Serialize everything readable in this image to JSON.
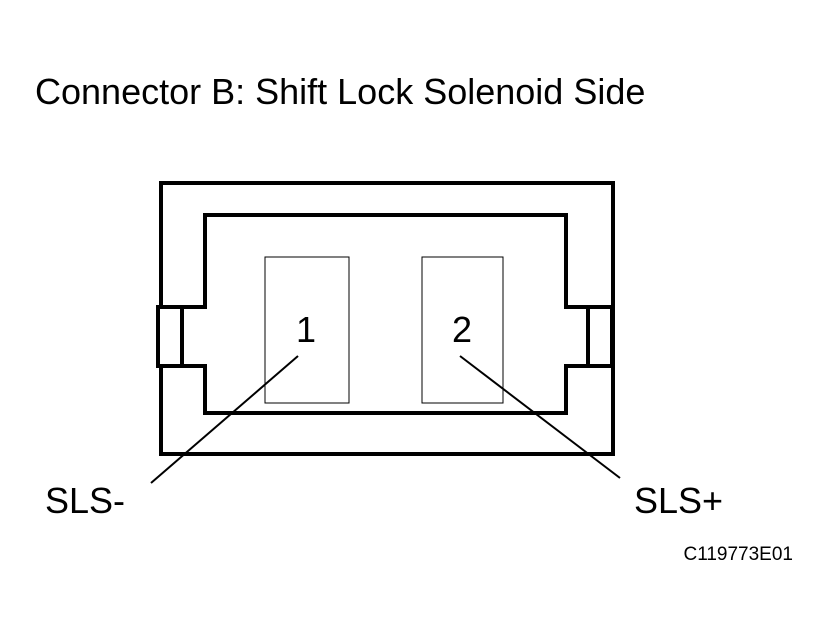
{
  "diagram": {
    "title": "Connector B: Shift Lock Solenoid Side",
    "pins": [
      {
        "number": "1",
        "signal": "SLS-"
      },
      {
        "number": "2",
        "signal": "SLS+"
      }
    ],
    "figure_code": "C119773E01",
    "colors": {
      "line": "#000000",
      "background": "#ffffff"
    }
  }
}
